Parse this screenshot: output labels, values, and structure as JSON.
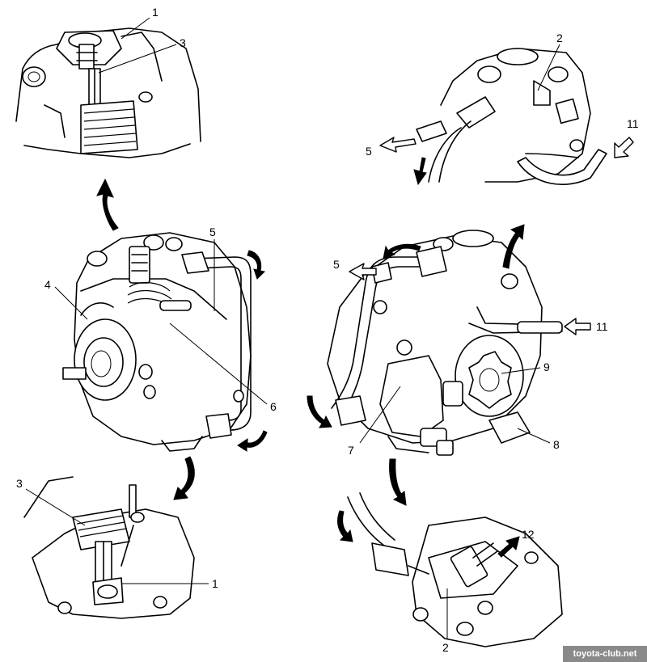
{
  "diagram": {
    "callout_labels": {
      "tl_1": "1",
      "tl_3": "3",
      "tr_2": "2",
      "tr_5": "5",
      "tr_11": "11",
      "ml_4": "4",
      "ml_5": "5",
      "ml_6": "6",
      "mr_5": "5",
      "mr_11": "11",
      "mr_9": "9",
      "mr_7": "7",
      "mr_8": "8",
      "bl_3": "3",
      "bl_1": "1",
      "br_12": "12",
      "br_2": "2"
    },
    "watermark": "toyota-club.net"
  }
}
